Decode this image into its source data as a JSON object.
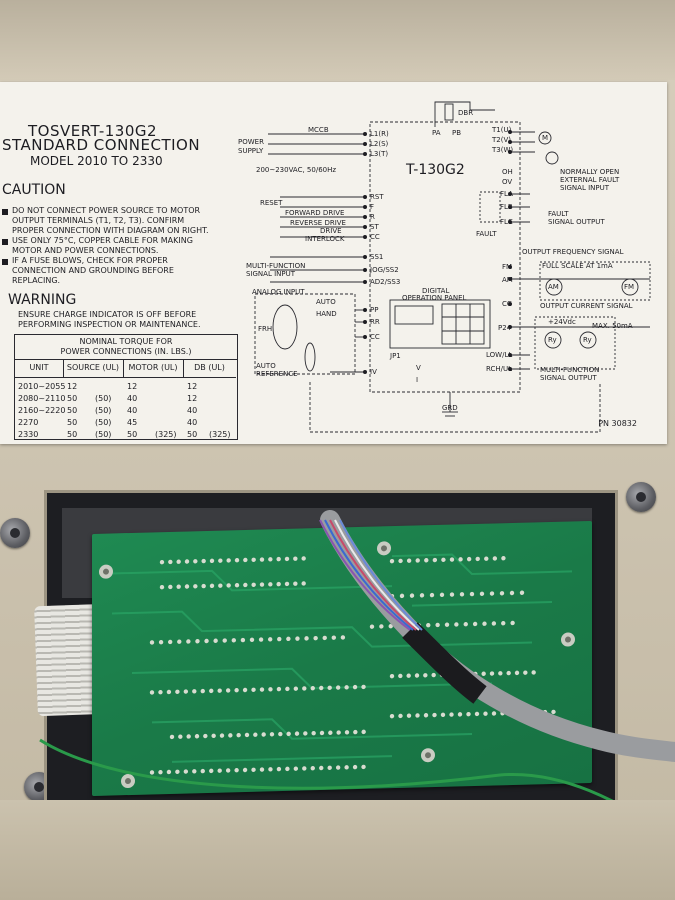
{
  "label": {
    "title_line1": "TOSVERT-130G2",
    "title_line2": "STANDARD CONNECTION",
    "model": "MODEL 2010 TO 2330",
    "caution_heading": "CAUTION",
    "caution_lines": [
      "DO NOT CONNECT POWER SOURCE TO MOTOR",
      "OUTPUT TERMINALS (T1, T2, T3).  CONFIRM",
      "PROPER CONNECTION WITH DIAGRAM ON RIGHT.",
      "USE ONLY 75°C, COPPER CABLE FOR MAKING",
      "MOTOR AND POWER CONNECTIONS.",
      "IF A FUSE BLOWS, CHECK FOR PROPER",
      "CONNECTION AND GROUNDING BEFORE",
      "REPLACING."
    ],
    "warning_heading": "WARNING",
    "warning_lines": [
      "ENSURE CHARGE INDICATOR IS OFF BEFORE",
      "PERFORMING INSPECTION OR MAINTENANCE."
    ],
    "part_number": "PN  30832"
  },
  "torque_table": {
    "title_line1": "NOMINAL TORQUE FOR",
    "title_line2": "POWER CONNECTIONS (IN. LBS.)",
    "columns": [
      "UNIT",
      "SOURCE (UL)",
      "MOTOR (UL)",
      "DB (UL)"
    ],
    "rows": [
      [
        "2010~2055",
        "12",
        "",
        "12",
        "",
        "12",
        ""
      ],
      [
        "2080~2110",
        "50",
        "(50)",
        "40",
        "",
        "12",
        ""
      ],
      [
        "2160~2220",
        "50",
        "(50)",
        "40",
        "",
        "40",
        ""
      ],
      [
        "2270",
        "50",
        "(50)",
        "45",
        "",
        "40",
        ""
      ],
      [
        "2330",
        "50",
        "(50)",
        "50",
        "(325)",
        "50",
        "(325)"
      ]
    ]
  },
  "diagram": {
    "device_name": "T-130G2",
    "mccb": "MCCB",
    "power": "POWER",
    "supply": "SUPPLY",
    "voltage": "200~230VAC, 50/60Hz",
    "dbr": "DBR",
    "pa": "PA",
    "pb": "PB",
    "input_terminals": [
      "L1(R)",
      "L2(S)",
      "L3(T)"
    ],
    "output_terminals": [
      "T1(U)",
      "T2(V)",
      "T3(W)"
    ],
    "motor_symbol": "M",
    "oh": "OH",
    "ov": "OV",
    "fault_input": [
      "NORMALLY OPEN",
      "EXTERNAL FAULT",
      "SIGNAL INPUT"
    ],
    "control_terminals": [
      "RST",
      "F",
      "R",
      "ST",
      "CC"
    ],
    "control_labels": [
      "RESET",
      "FORWARD DRIVE",
      "REVERSE DRIVE",
      "DRIVE",
      "INTERLOCK"
    ],
    "multi_function_input": [
      "MULTI-FUNCTION",
      "SIGNAL INPUT"
    ],
    "ss_terminals": [
      "SS1",
      "JOG/SS2",
      "AD2/SS3"
    ],
    "analog_input": "ANALOG INPUT",
    "auto": "AUTO",
    "hand": "HAND",
    "frh": "FRH",
    "auto_reference": [
      "AUTO",
      "REFERENCE"
    ],
    "analog_terminals": [
      "PP",
      "RR",
      "CC",
      "IV"
    ],
    "digital_panel": [
      "DIGITAL",
      "OPERATION PANEL"
    ],
    "jp1": "JP1",
    "v": "V",
    "i": "I",
    "grd": "GRD",
    "fault_terminals": [
      "FLA",
      "FLB",
      "FLC"
    ],
    "fault_label": "FAULT",
    "fault_signal": [
      "FAULT",
      "SIGNAL OUTPUT"
    ],
    "output_freq": "OUTPUT FREQUENCY SIGNAL",
    "fm": "FM",
    "am": "AM",
    "full_scale": "FULL SCALE AT 1mA",
    "meter_am": "AM",
    "meter_fm": "FM",
    "cc2": "CC",
    "output_current": "OUTPUT CURRENT SIGNAL",
    "p24": "P24",
    "plus24": "+24Vdc",
    "max50": "MAX. 50mA",
    "ry": "Ry",
    "low_ll": "LOW/LL",
    "rch_ul": "RCH/UL",
    "mf_output": [
      "MULTI-FUNCTION",
      "SIGNAL OUTPUT"
    ]
  },
  "colors": {
    "label_bg": "#f4f2ec",
    "ink": "#1d1d22",
    "enclosure": "#d3cab7",
    "pcb_green": "#1a7a48",
    "solder": "#d8dcd0"
  }
}
